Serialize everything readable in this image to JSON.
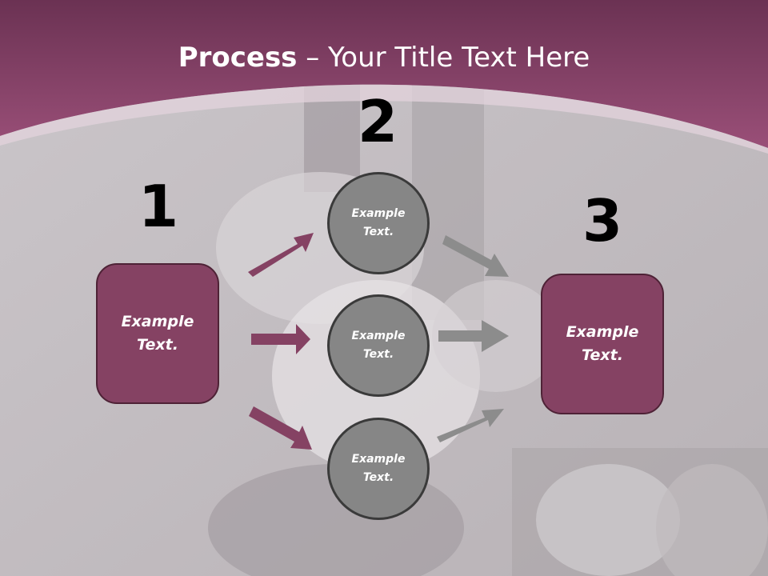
{
  "slide": {
    "title_bold": "Process",
    "title_rest": " – Your Title Text Here",
    "step_numbers": [
      "1",
      "2",
      "3"
    ],
    "left_box": "Example Text.",
    "right_box": "Example Text.",
    "circles": [
      "Example Text.",
      "Example Text.",
      "Example Text."
    ]
  },
  "colors": {
    "header": "#7e3b60",
    "box_fill": "#854263",
    "box_border": "#4e2236",
    "circle_fill": "#868686",
    "circle_border": "#3a3a3a",
    "arrow_purple": "#854263",
    "arrow_gray": "#8c8c8c"
  }
}
